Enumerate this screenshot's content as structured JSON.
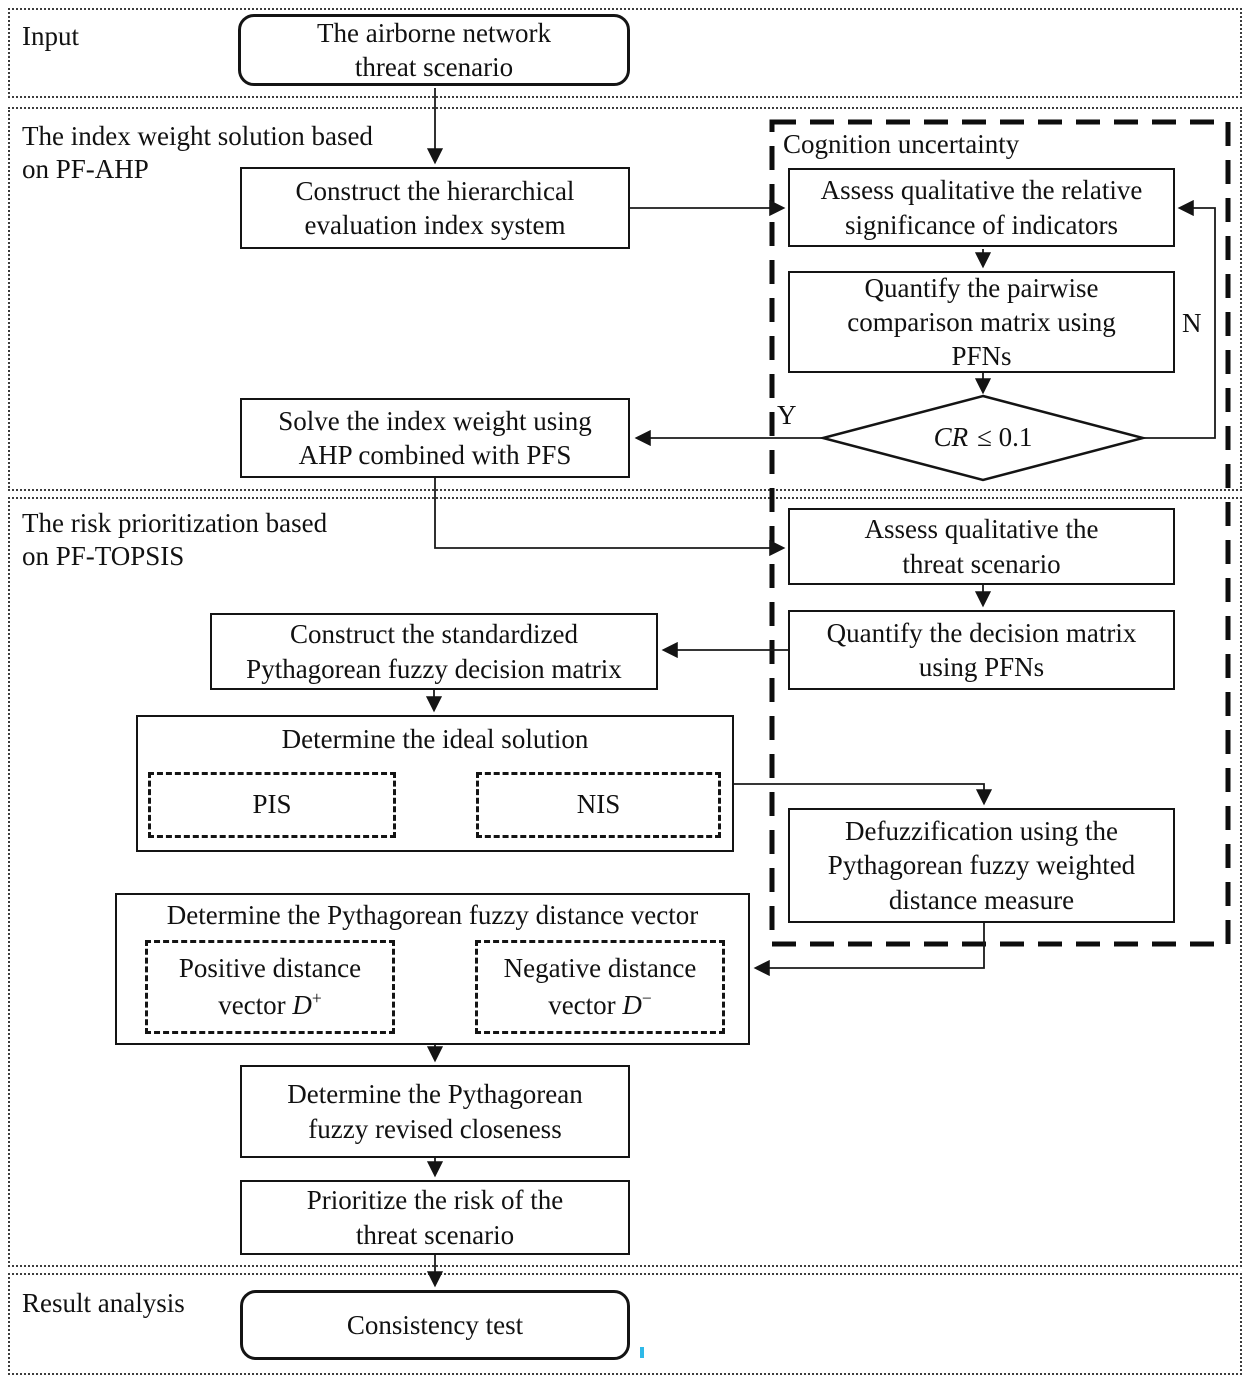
{
  "figure": {
    "sections": {
      "input": {
        "label": "Input"
      },
      "pf_ahp": {
        "label": "The index weight solution based\non PF-AHP"
      },
      "pf_topsis": {
        "label": "The risk prioritization based\non PF-TOPSIS"
      },
      "result": {
        "label": "Result analysis"
      }
    },
    "cognition": {
      "label": "Cognition uncertainty"
    },
    "nodes": {
      "airborne": {
        "text": "The airborne network\nthreat scenario"
      },
      "construct_index": {
        "text": "Construct the hierarchical\nevaluation index system"
      },
      "assess_indicators": {
        "text": "Assess qualitative the relative\nsignificance of indicators"
      },
      "quantify_pairwise": {
        "text": "Quantify the pairwise\ncomparison matrix using\nPFNs"
      },
      "solve_weight": {
        "text": "Solve the index weight using\nAHP combined with PFS"
      },
      "assess_threat": {
        "text": "Assess qualitative the\nthreat scenario"
      },
      "quantify_decision": {
        "text": "Quantify the decision matrix\nusing PFNs"
      },
      "construct_matrix": {
        "text": "Construct the standardized\nPythagorean fuzzy decision matrix"
      },
      "ideal_solution": {
        "title": "Determine the ideal solution",
        "pis": "PIS",
        "nis": "NIS"
      },
      "defuzzification": {
        "text": "Defuzzification using the\nPythagorean fuzzy weighted\ndistance measure"
      },
      "distance_vector": {
        "title": "Determine the Pythagorean fuzzy distance vector",
        "positive": {
          "line1": "Positive distance",
          "prefix": "vector",
          "var": "D",
          "sup": "+"
        },
        "negative": {
          "line1": "Negative distance",
          "prefix": "vector",
          "var": "D",
          "sup": "−"
        }
      },
      "revised_closeness": {
        "text": "Determine the Pythagorean\nfuzzy revised closeness"
      },
      "prioritize_risk": {
        "text": "Prioritize the risk of the\nthreat scenario"
      },
      "consistency": {
        "text": "Consistency test"
      }
    },
    "decision": {
      "var": "CR",
      "cond": "≤ 0.1",
      "yes": "Y",
      "no": "N"
    },
    "colors": {
      "line": "#141414",
      "background": "#ffffff",
      "artifact_blue": "#2fb9e8"
    }
  }
}
